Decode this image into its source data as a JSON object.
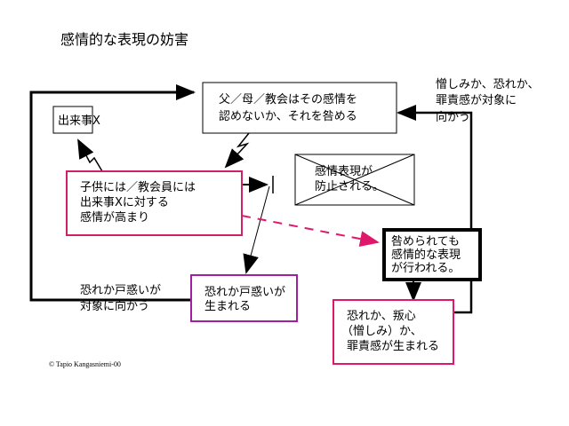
{
  "title": "感情的な表現の妨害",
  "nodes": {
    "event_x": {
      "lines": [
        "出来事X"
      ]
    },
    "parents": {
      "lines": [
        "父／母／教会はその感情を",
        "認めないか、それを咎める"
      ]
    },
    "child": {
      "lines": [
        "子供には／教会員には",
        "出来事Xに対する",
        "感情が高まり"
      ]
    },
    "prevented": {
      "lines": [
        "感情表現が",
        "防止される。"
      ]
    },
    "expressed": {
      "lines": [
        "咎められても",
        "感情的な表現",
        "が行われる。"
      ]
    },
    "fear_confusion": {
      "lines": [
        "恐れか戸惑いが",
        "生まれる"
      ]
    },
    "fear_hate_guilt": {
      "lines": [
        "恐れか、叛心",
        "（憎しみ）か、",
        "罪責感が生まれる"
      ]
    }
  },
  "labels": {
    "to_target_right": [
      "憎しみか、恐れか、",
      "罪責感が対象に",
      "向かう"
    ],
    "to_target_left": [
      "恐れか戸惑いが",
      "対象に向かう"
    ]
  },
  "copyright": "© Tapio Kangasniemi-00",
  "colors": {
    "pink": "#e0186c",
    "magenta_box": "#d0206a",
    "purple": "#a020a0",
    "line": "#000000"
  }
}
